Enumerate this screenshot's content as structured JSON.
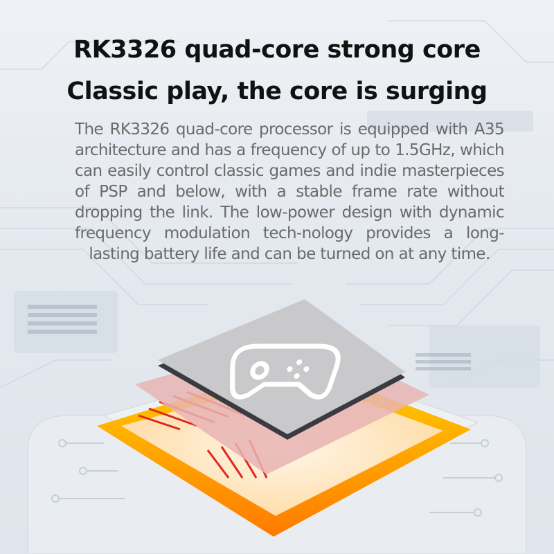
{
  "headline": {
    "line1": "RK3326 quad-core strong core",
    "line2": "Classic play, the core is surging"
  },
  "description": "The RK3326 quad-core processor is equipped with A35 architecture and has a frequency of up to 1.5GHz, which can easily control classic games and indie masterpieces of PSP and below, with a stable frame rate without dropping the link. The low-power design with dynamic frequency modulation tech-nology provides a long-lasting battery life and can be turned on at any time.",
  "colors": {
    "glow": "#ff9a00",
    "chip_top": "#c9c9cc",
    "chip_pink": "#e8b4b4",
    "trace_red": "#e2261a"
  },
  "chip_icon": "gamepad-icon"
}
